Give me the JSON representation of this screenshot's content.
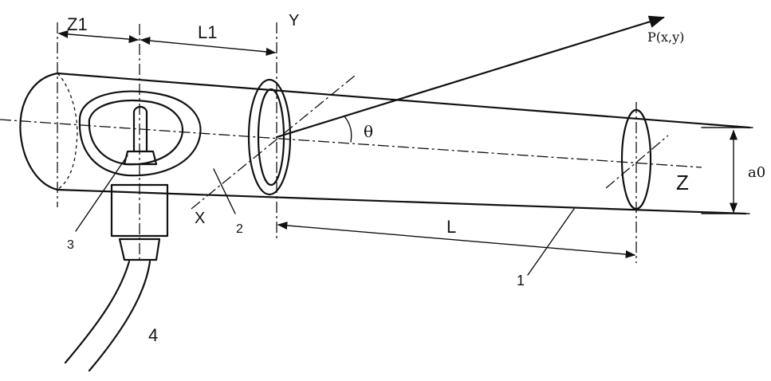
{
  "labels": {
    "z1": "Z1",
    "l1": "L1",
    "y_axis": "Y",
    "point": "P(x,y)",
    "theta": "θ",
    "z_axis": "Z",
    "a0": "a0",
    "x_axis": "X",
    "l": "L",
    "part_1": "1",
    "part_2": "2",
    "part_3": "3",
    "part_4": "4"
  }
}
